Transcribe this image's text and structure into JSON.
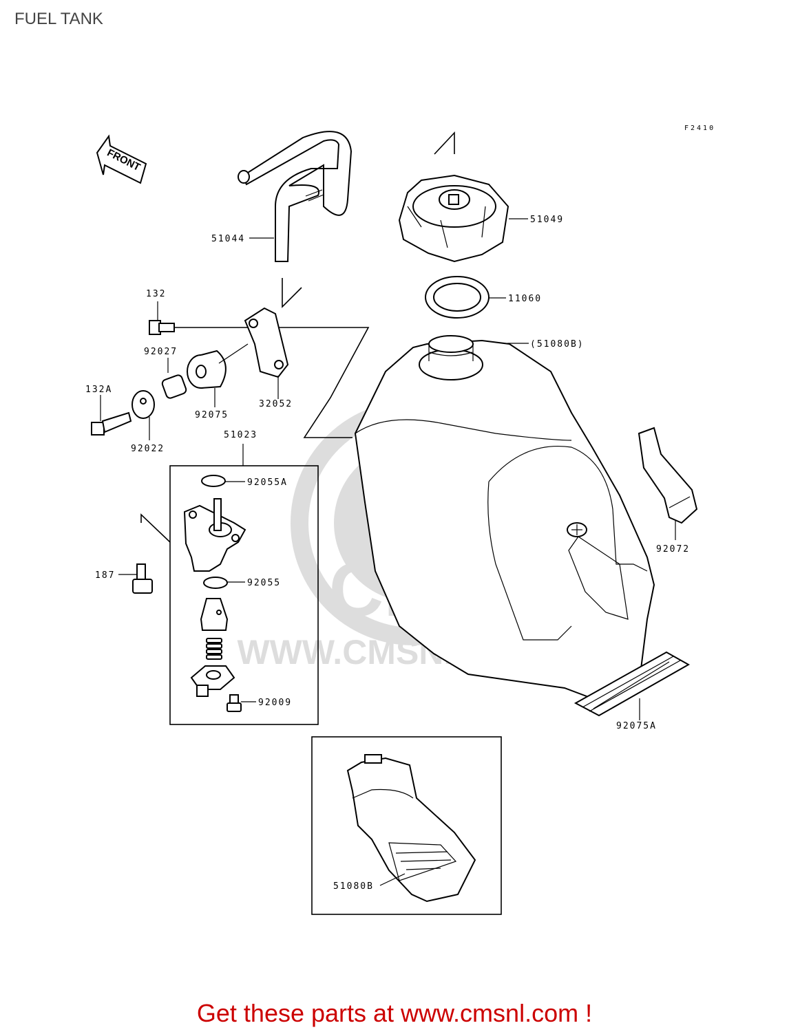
{
  "page": {
    "title": "FUEL TANK",
    "figure_code": "F2410",
    "front_arrow_label": "FRONT"
  },
  "watermark": {
    "brand": "CMS",
    "url": "WWW.CMSNL.COM"
  },
  "parts": {
    "p51044": "51044",
    "p51049": "51049",
    "p11060": "11060",
    "p51080B_paren": "(51080B)",
    "p132": "132",
    "p92027": "92027",
    "p132A": "132A",
    "p92075": "92075",
    "p32052": "32052",
    "p92022": "92022",
    "p51023": "51023",
    "p92055A": "92055A",
    "p187": "187",
    "p92055": "92055",
    "p92009": "92009",
    "p92072": "92072",
    "p92075A": "92075A",
    "p51080B": "51080B"
  },
  "footer": {
    "cta": "Get these parts at www.cmsnl.com !"
  }
}
